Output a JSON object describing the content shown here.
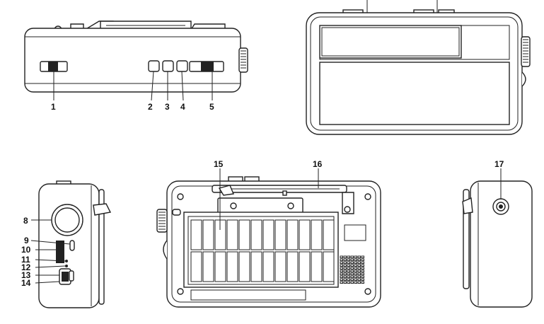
{
  "callouts": [
    {
      "id": "1",
      "label": "1"
    },
    {
      "id": "2",
      "label": "2"
    },
    {
      "id": "3",
      "label": "3"
    },
    {
      "id": "4",
      "label": "4"
    },
    {
      "id": "5",
      "label": "5"
    },
    {
      "id": "8",
      "label": "8"
    },
    {
      "id": "9",
      "label": "9"
    },
    {
      "id": "10",
      "label": "10"
    },
    {
      "id": "11",
      "label": "11"
    },
    {
      "id": "12",
      "label": "12"
    },
    {
      "id": "13",
      "label": "13"
    },
    {
      "id": "14",
      "label": "14"
    },
    {
      "id": "15",
      "label": "15"
    },
    {
      "id": "16",
      "label": "16"
    },
    {
      "id": "17",
      "label": "17"
    }
  ]
}
